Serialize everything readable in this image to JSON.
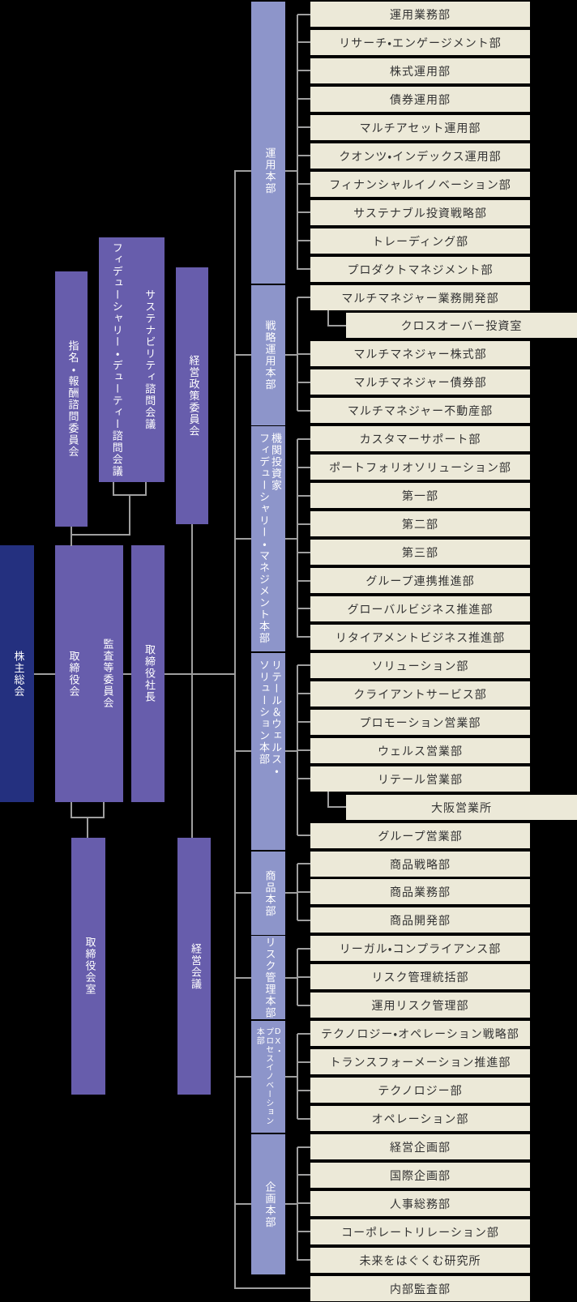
{
  "colors": {
    "background": "#000000",
    "shareholders_navy": "#24307f",
    "committee_purple": "#675dac",
    "division_periwinkle": "#8d95ca",
    "department_cream": "#ece9d8",
    "connector_gray": "#9e9e9e",
    "department_text": "#333333",
    "label_text": "#ffffff"
  },
  "governance": {
    "shareholders_meeting": {
      "label": "株主総会"
    },
    "nomination_remuneration_advisory_committee": {
      "label": "指名・報酬諮問委員会"
    },
    "advisory_councils": {
      "columns": [
        "サステナビリティ諮問会議",
        "フィデューシャリー・デューティー諮問会議"
      ]
    },
    "management_policy_committee": {
      "label": "経営政策委員会"
    },
    "board_and_audit_committee": {
      "columns": [
        "監査等委員会",
        "取締役会"
      ]
    },
    "president": {
      "label": "取締役社長"
    },
    "board_office": {
      "label": "取締役会室"
    },
    "management_council": {
      "label": "経営会議"
    }
  },
  "divisions": [
    {
      "name": "運用本部",
      "label_columns": [
        "運用本部"
      ],
      "departments": [
        {
          "label": "運用業務部"
        },
        {
          "label": "リサーチ・エンゲージメント部"
        },
        {
          "label": "株式運用部"
        },
        {
          "label": "債券運用部"
        },
        {
          "label": "マルチアセット運用部"
        },
        {
          "label": "クオンツ・インデックス運用部"
        },
        {
          "label": "フィナンシャルイノベーション部"
        },
        {
          "label": "サステナブル投資戦略部"
        },
        {
          "label": "トレーディング部"
        },
        {
          "label": "プロダクトマネジメント部"
        }
      ]
    },
    {
      "name": "戦略運用本部",
      "label_columns": [
        "戦略運用本部"
      ],
      "departments": [
        {
          "label": "マルチマネジャー業務開発部"
        },
        {
          "label": "クロスオーバー投資室",
          "sub": true
        },
        {
          "label": "マルチマネジャー株式部"
        },
        {
          "label": "マルチマネジャー債券部"
        },
        {
          "label": "マルチマネジャー不動産部"
        }
      ]
    },
    {
      "name": "機関投資家フィデューシャリー・マネジメント本部",
      "label_columns": [
        "機関投資家",
        "フィデューシャリー・マネジメント本部"
      ],
      "departments": [
        {
          "label": "カスタマーサポート部"
        },
        {
          "label": "ポートフォリオソリューション部"
        },
        {
          "label": "第一部"
        },
        {
          "label": "第二部"
        },
        {
          "label": "第三部"
        },
        {
          "label": "グループ連携推進部"
        },
        {
          "label": "グローバルビジネス推進部"
        },
        {
          "label": "リタイアメントビジネス推進部"
        }
      ]
    },
    {
      "name": "リテール＆ウェルス・ソリューション本部",
      "label_columns": [
        "リテール＆ウェルス・",
        "ソリューション本部"
      ],
      "departments": [
        {
          "label": "ソリューション部"
        },
        {
          "label": "クライアントサービス部"
        },
        {
          "label": "プロモーション営業部"
        },
        {
          "label": "ウェルス営業部"
        },
        {
          "label": "リテール営業部"
        },
        {
          "label": "大阪営業所",
          "sub": true
        },
        {
          "label": "グループ営業部"
        }
      ]
    },
    {
      "name": "商品本部",
      "label_columns": [
        "商品本部"
      ],
      "departments": [
        {
          "label": "商品戦略部"
        },
        {
          "label": "商品業務部"
        },
        {
          "label": "商品開発部"
        }
      ]
    },
    {
      "name": "リスク管理本部",
      "label_columns": [
        "リスク管理本部"
      ],
      "departments": [
        {
          "label": "リーガル・コンプライアンス部"
        },
        {
          "label": "リスク管理統括部"
        },
        {
          "label": "運用リスク管理部"
        }
      ]
    },
    {
      "name": "DX・プロセスイノベーション本部",
      "label_columns": [
        "DX・",
        "プロセスイノベーション本部"
      ],
      "small_label": true,
      "departments": [
        {
          "label": "テクノロジー・オペレーション戦略部"
        },
        {
          "label": "トランスフォーメーション推進部"
        },
        {
          "label": "テクノロジー部"
        },
        {
          "label": "オペレーション部"
        }
      ]
    },
    {
      "name": "企画本部",
      "label_columns": [
        "企画本部"
      ],
      "departments": [
        {
          "label": "経営企画部"
        },
        {
          "label": "国際企画部"
        },
        {
          "label": "人事総務部"
        },
        {
          "label": "コーポレートリレーション部"
        },
        {
          "label": "未来をはぐくむ研究所"
        }
      ]
    }
  ],
  "independent_department": {
    "label": "内部監査部"
  }
}
